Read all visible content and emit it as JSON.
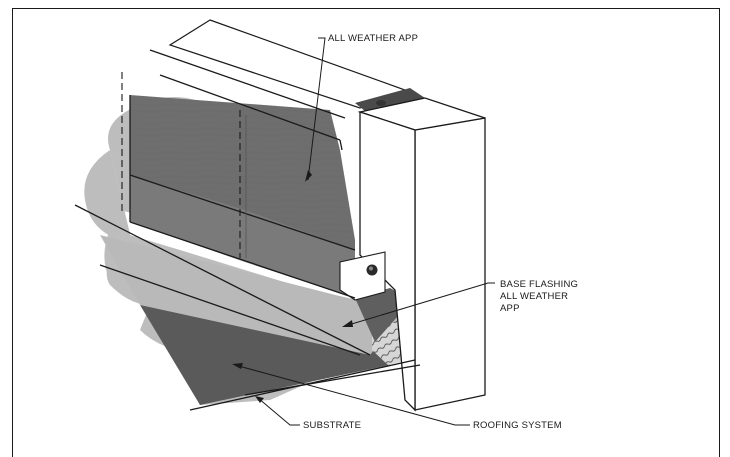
{
  "labels": {
    "all_weather_app": "ALL WEATHER APP",
    "base_flashing_line1": "BASE FLASHING",
    "base_flashing_line2": "ALL WEATHER",
    "base_flashing_line3": "APP",
    "substrate": "SUBSTRATE",
    "roofing_system": "ROOFING SYSTEM"
  },
  "colors": {
    "membrane_dark": "#6e6e6e",
    "membrane_mid": "#8c8c8c",
    "membrane_light": "#b9b9b9",
    "background_grey": "#bdbdbd",
    "substrate_dark": "#5a5a5a",
    "line": "#1a1a1a"
  }
}
